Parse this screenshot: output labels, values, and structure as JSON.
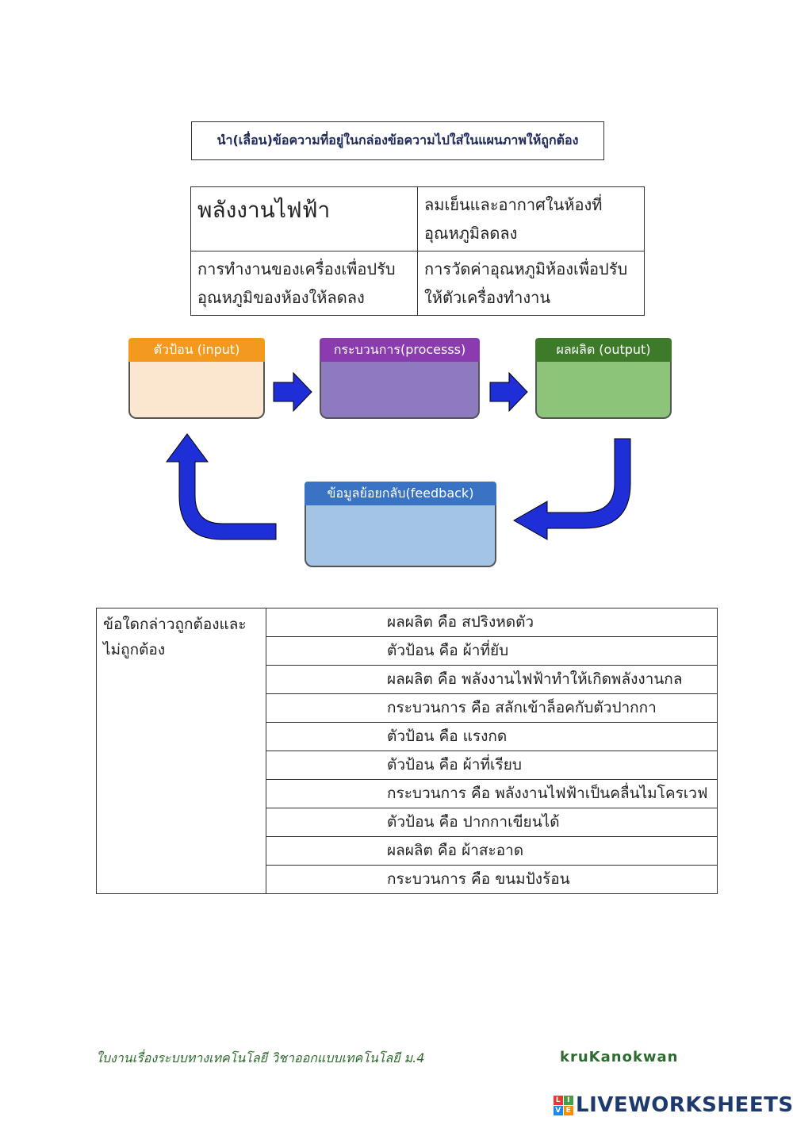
{
  "instruction": "นำ(เลื่อน)ข้อความที่อยู่ในกล่องข้อความไปใส่ในแผนภาพให้ถูกต้อง",
  "cards": [
    [
      "พลังงานไฟฟ้า",
      "ลมเย็นและอากาศในห้องที่อุณหภูมิลดลง"
    ],
    [
      "การทำงานของเครื่องเพื่อปรับอุณหภูมิของห้องให้ลดลง",
      "การวัดค่าอุณหภูมิห้องเพื่อปรับให้ตัวเครื่องทำงาน"
    ]
  ],
  "diagram": {
    "input": {
      "label": "ตัวป้อน (input)",
      "color": "#f39a1e",
      "fill": "#fbe6d0"
    },
    "process": {
      "label": "กระบวนการ(processs)",
      "color": "#8a3cae",
      "fill": "#8e7bbf"
    },
    "output": {
      "label": "ผลผลิต (output)",
      "color": "#3d7a2a",
      "fill": "#8cc57a"
    },
    "feedback": {
      "label": "ข้อมูลย้อยกลับ(feedback)",
      "color": "#3a73c4",
      "fill": "#a4c4e6"
    },
    "arrow_color": "#1f2fd8"
  },
  "question": {
    "label": "ข้อใดกล่าวถูกต้องและไม่ถูกต้อง",
    "options": [
      "ผลผลิต คือ สปริงหดตัว",
      "ตัวป้อน คือ ผ้าที่ยับ",
      "ผลผลิต คือ พลังงานไฟฟ้าทำให้เกิดพลังงานกล",
      "กระบวนการ คือ  สลักเข้าล็อคกับตัวปากกา",
      "ตัวป้อน คือ แรงกด",
      "ตัวป้อน คือ ผ้าที่เรียบ",
      "กระบวนการ คือ พลังงานไฟฟ้าเป็นคลื่นไมโครเวฟ",
      "ตัวป้อน คือ ปากกาเขียนได้",
      "ผลผลิต คือ ผ้าสะอาด",
      "กระบวนการ คือ ขนมปังร้อน"
    ]
  },
  "footer": {
    "left": "ใบงานเรื่องระบบทางเทคโนโลยี วิชาออกแบบเทคโนโลยี ม.4",
    "right": "kruKanokwan"
  },
  "brand": {
    "logo_letters": [
      "L",
      "I",
      "V",
      "E"
    ],
    "text": "LIVEWORKSHEETS"
  }
}
